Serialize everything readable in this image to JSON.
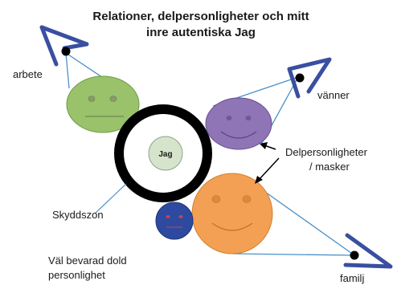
{
  "title_line1": "Relationer, delpersonligheter och mitt",
  "title_line2": "inre autentiska Jag",
  "center_label": "Jag",
  "labels": {
    "arbete": "arbete",
    "vanner": "vänner",
    "delpers_line1": "Delpersonligheter",
    "delpers_line2": "/ masker",
    "skyddszon": "Skyddszon",
    "dold_line1": "Väl bevarad dold",
    "dold_line2": "personlighet",
    "familj": "familj"
  },
  "colors": {
    "arbete_face": "#99c26a",
    "vanner_face": "#8f74b6",
    "familj_face": "#f4a054",
    "dold_face": "#2d4aa0",
    "jag_core": "#d6e4cc",
    "ring": "#000000",
    "eye_blue": "#3a4fa0",
    "line_blue": "#4a90c8"
  }
}
